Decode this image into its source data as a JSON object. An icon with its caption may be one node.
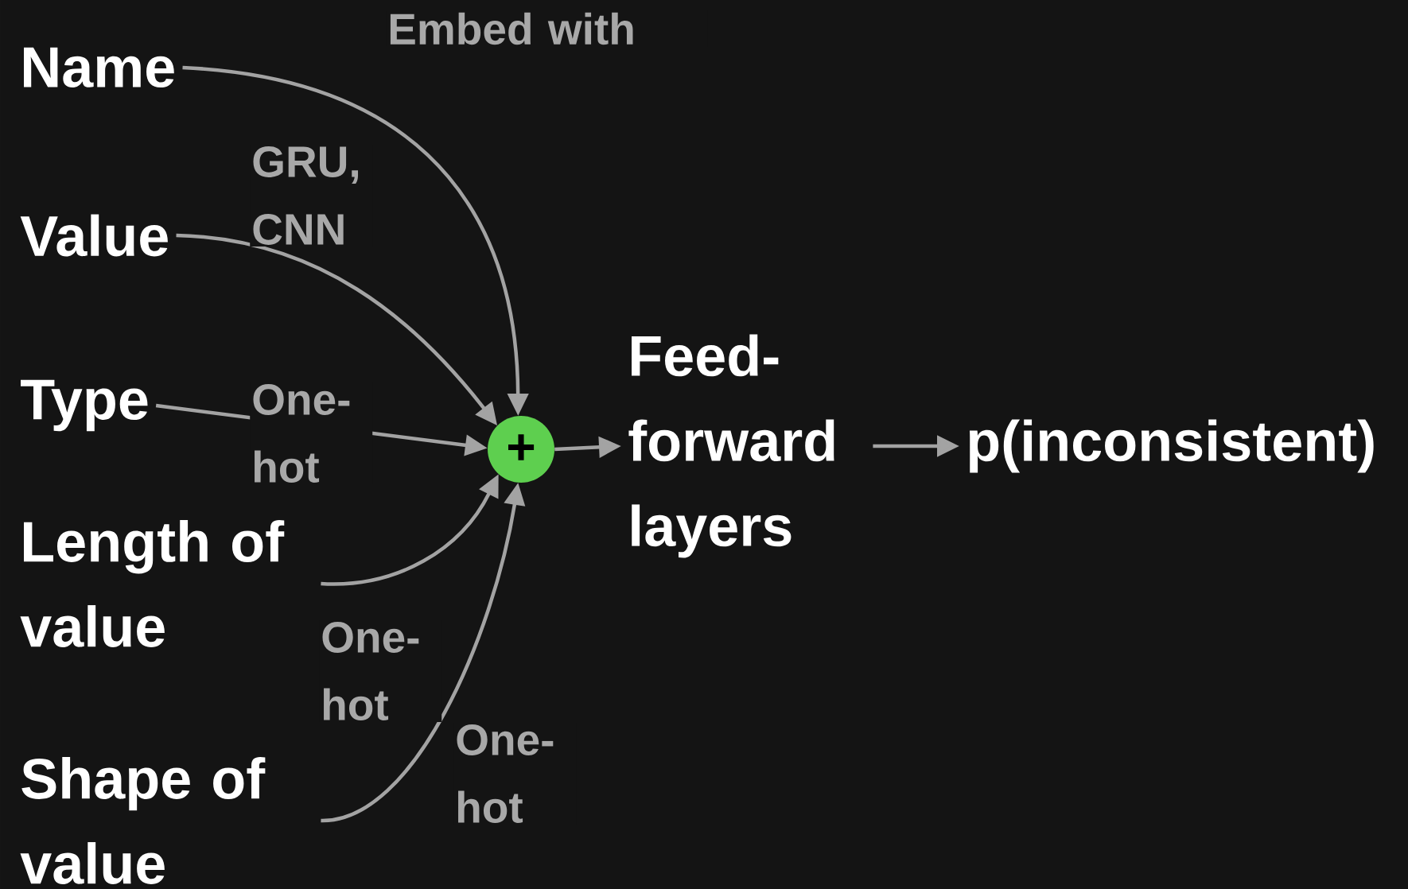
{
  "diagram": {
    "nodes": [
      {
        "text": [
          "Name"
        ]
      },
      {
        "text": [
          "Value"
        ]
      },
      {
        "text": [
          "Type"
        ]
      },
      {
        "text": [
          "Length of value"
        ]
      },
      {
        "text": [
          "Shape of value"
        ]
      },
      {
        "text": [
          "+"
        ]
      },
      {
        "text": [
          "Feed-forward layers"
        ]
      },
      {
        "text": [
          "p(inconsistent)"
        ]
      }
    ],
    "edges": [
      {
        "from": 0,
        "to": 5,
        "arrow": "to",
        "label": "Embed with"
      },
      {
        "from": 1,
        "to": 5,
        "arrow": "to",
        "label": "GRU, CNN"
      },
      {
        "from": 2,
        "to": 5,
        "arrow": "to",
        "label": "One-hot"
      },
      {
        "from": 3,
        "to": 5,
        "arrow": "to",
        "label": "One-hot"
      },
      {
        "from": 4,
        "to": 5,
        "arrow": "to",
        "label": "One-hot"
      },
      {
        "from": 5,
        "to": 6,
        "arrow": "to"
      },
      {
        "from": 6,
        "to": 7,
        "arrow": "to"
      }
    ]
  }
}
